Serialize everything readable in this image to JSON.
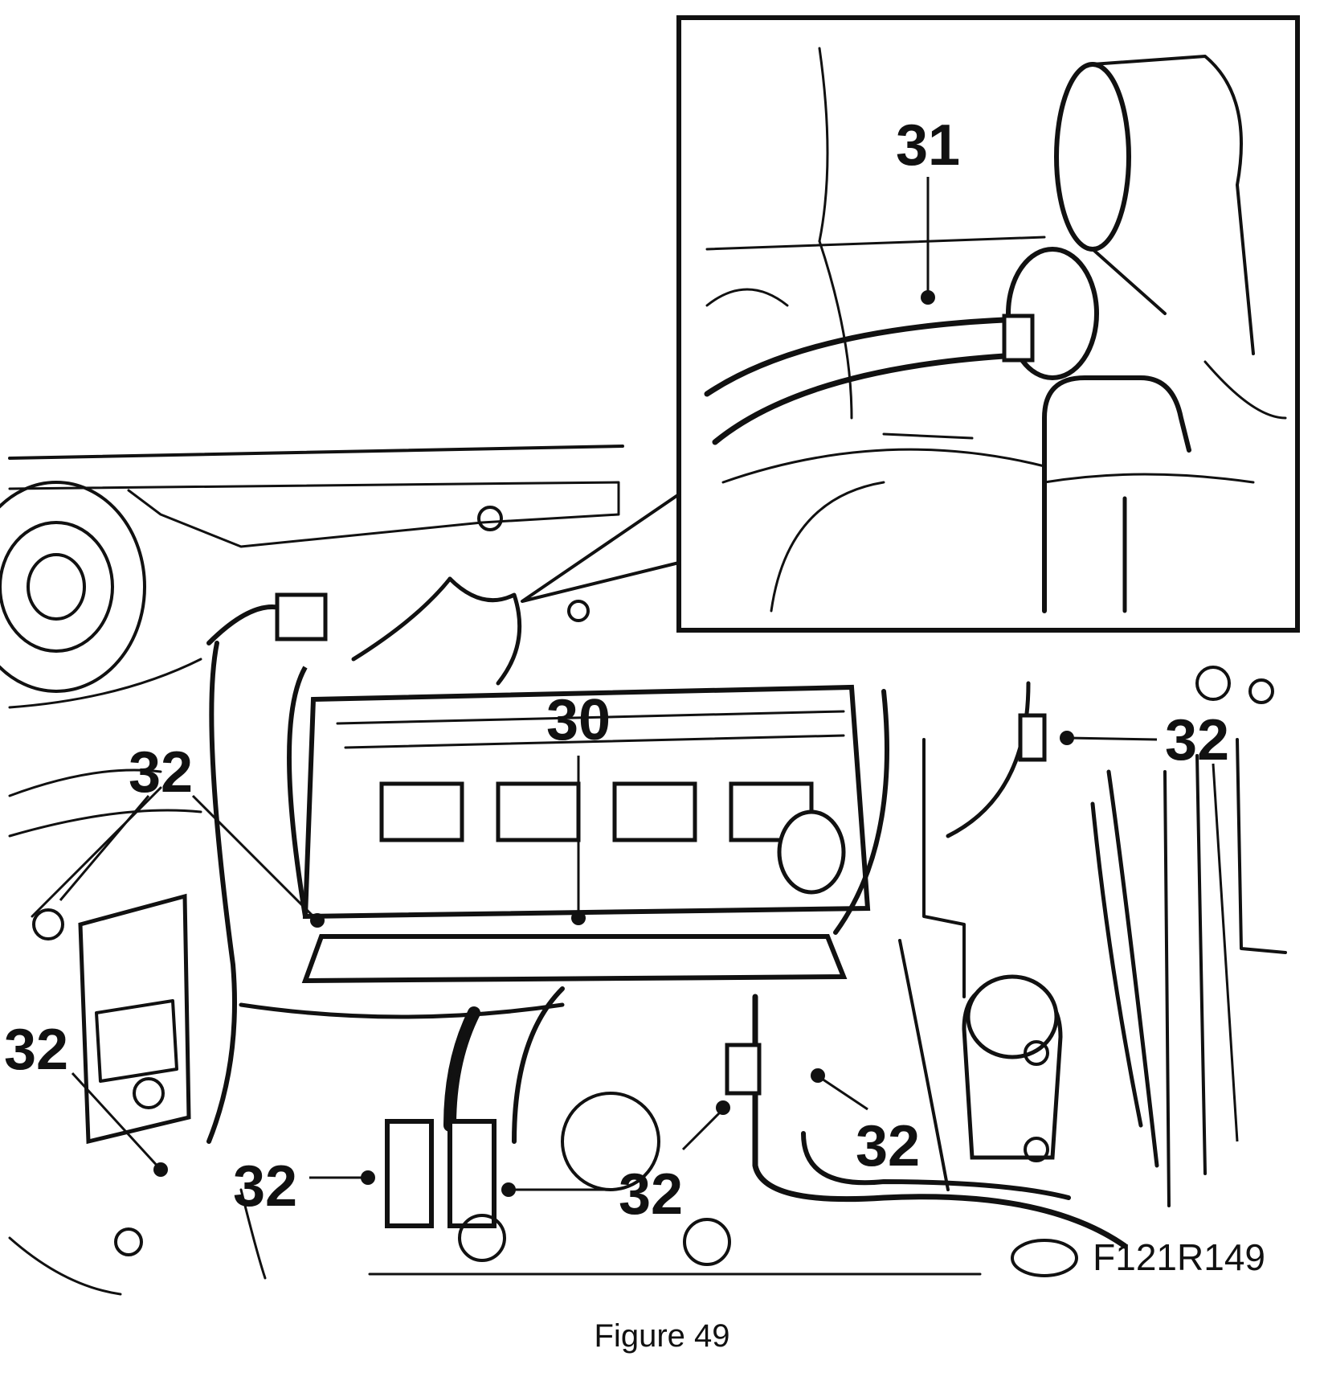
{
  "figure": {
    "caption": "Figure 49",
    "code": "F121R149"
  },
  "callouts": {
    "c30": "30",
    "c31": "31",
    "c32_left_upper": "32",
    "c32_left_lower": "32",
    "c32_bottom_a": "32",
    "c32_bottom_b": "32",
    "c32_bottom_c": "32",
    "c32_right": "32"
  },
  "colors": {
    "line": "#111111",
    "background": "#ffffff"
  }
}
